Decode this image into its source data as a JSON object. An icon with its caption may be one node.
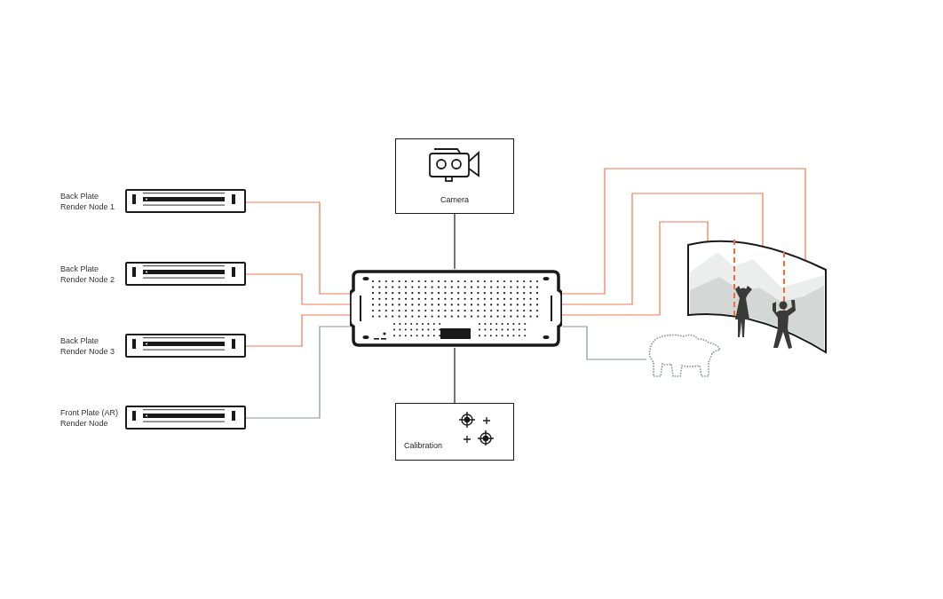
{
  "diagram": {
    "nodes": [
      {
        "text": [
          "Back Plate Render Node 1"
        ]
      },
      {
        "text": [
          "Back Plate Render Node 2"
        ]
      },
      {
        "text": [
          "Back Plate Render Node 3"
        ]
      },
      {
        "text": [
          "Front Plate (AR) Render Node"
        ]
      },
      {
        "text": [
          "Camera"
        ]
      },
      {
        "text": [],
        "shape": "picture"
      },
      {
        "text": [
          "Calibration"
        ]
      },
      {
        "text": [],
        "shape": "picture"
      },
      {
        "text": [],
        "shape": "picture"
      }
    ],
    "edges": [
      {
        "from": 0,
        "to": 5,
        "arrow": "none",
        "color": "#f07850"
      },
      {
        "from": 1,
        "to": 5,
        "arrow": "none",
        "color": "#f07850"
      },
      {
        "from": 2,
        "to": 5,
        "arrow": "none",
        "color": "#f07850"
      },
      {
        "from": 3,
        "to": 5,
        "arrow": "none",
        "color": "#8a9694"
      },
      {
        "from": 4,
        "to": 5,
        "arrow": "none",
        "color": "#1a1a1a"
      },
      {
        "from": 5,
        "to": 6,
        "arrow": "none",
        "color": "#1a1a1a"
      },
      {
        "from": 5,
        "to": 7,
        "arrow": "none",
        "color": "#f07850"
      },
      {
        "from": 5,
        "to": 7,
        "arrow": "none",
        "color": "#f07850"
      },
      {
        "from": 5,
        "to": 7,
        "arrow": "none",
        "color": "#f07850"
      },
      {
        "from": 5,
        "to": 8,
        "arrow": "none",
        "color": "#8a9694"
      }
    ]
  }
}
